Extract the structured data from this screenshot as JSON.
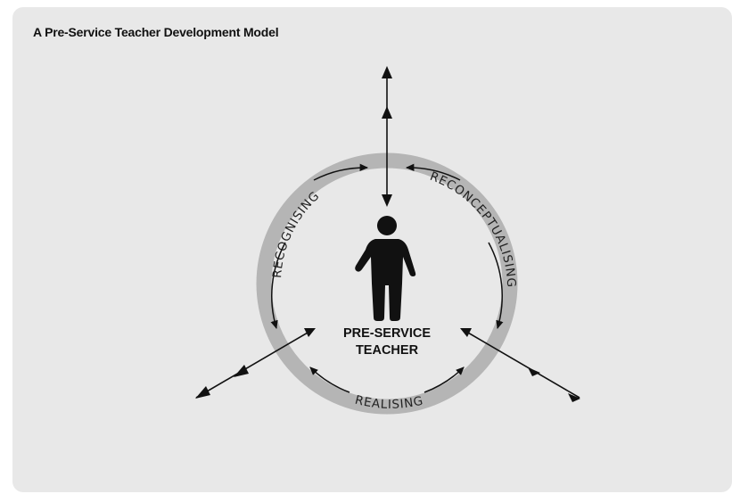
{
  "title": "A Pre-Service Teacher Development Model",
  "diagram": {
    "ring_labels": {
      "top_left": "RECOGNISING",
      "top_right": "RECONCEPTUALISING",
      "bottom": "REALISING"
    },
    "center_label": {
      "line1": "PRE-SERVICE",
      "line2": "TEACHER"
    },
    "colors": {
      "background": "#e8e8e8",
      "ring": "#b5b5b5",
      "ink": "#111111"
    }
  }
}
